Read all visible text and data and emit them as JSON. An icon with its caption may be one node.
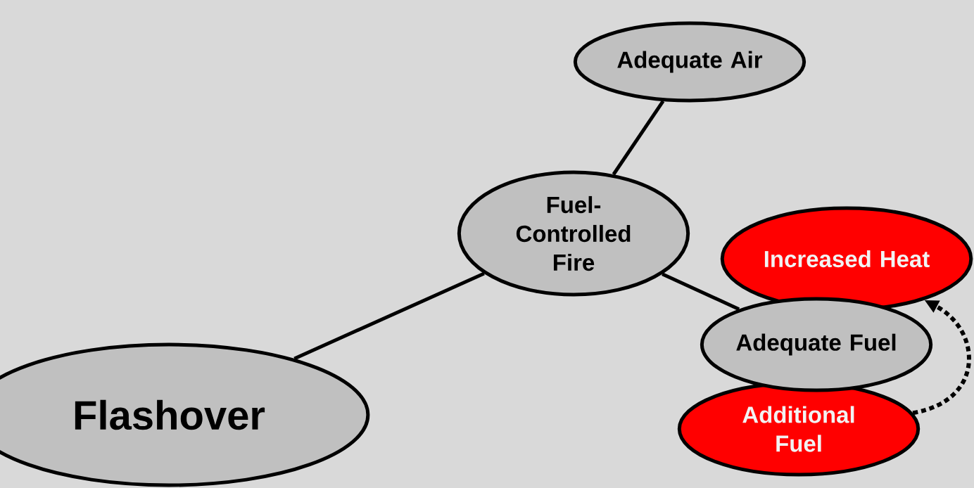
{
  "diagram": {
    "nodes": [
      {
        "text": [
          "Adequate Air"
        ]
      },
      {
        "text": [
          "Fuel-Controlled Fire"
        ]
      },
      {
        "text": [
          "Increased Heat"
        ]
      },
      {
        "text": [
          "Adequate Fuel"
        ]
      },
      {
        "text": [
          "Flashover"
        ]
      },
      {
        "text": [
          "Additional Fuel"
        ]
      }
    ],
    "edges": [
      {
        "from": 1,
        "to": 0,
        "arrow": "none"
      },
      {
        "from": 1,
        "to": 3,
        "arrow": "none"
      },
      {
        "from": 1,
        "to": 4,
        "arrow": "none"
      },
      {
        "from": 5,
        "to": 2,
        "arrow": "to",
        "style": "dashed"
      }
    ]
  }
}
